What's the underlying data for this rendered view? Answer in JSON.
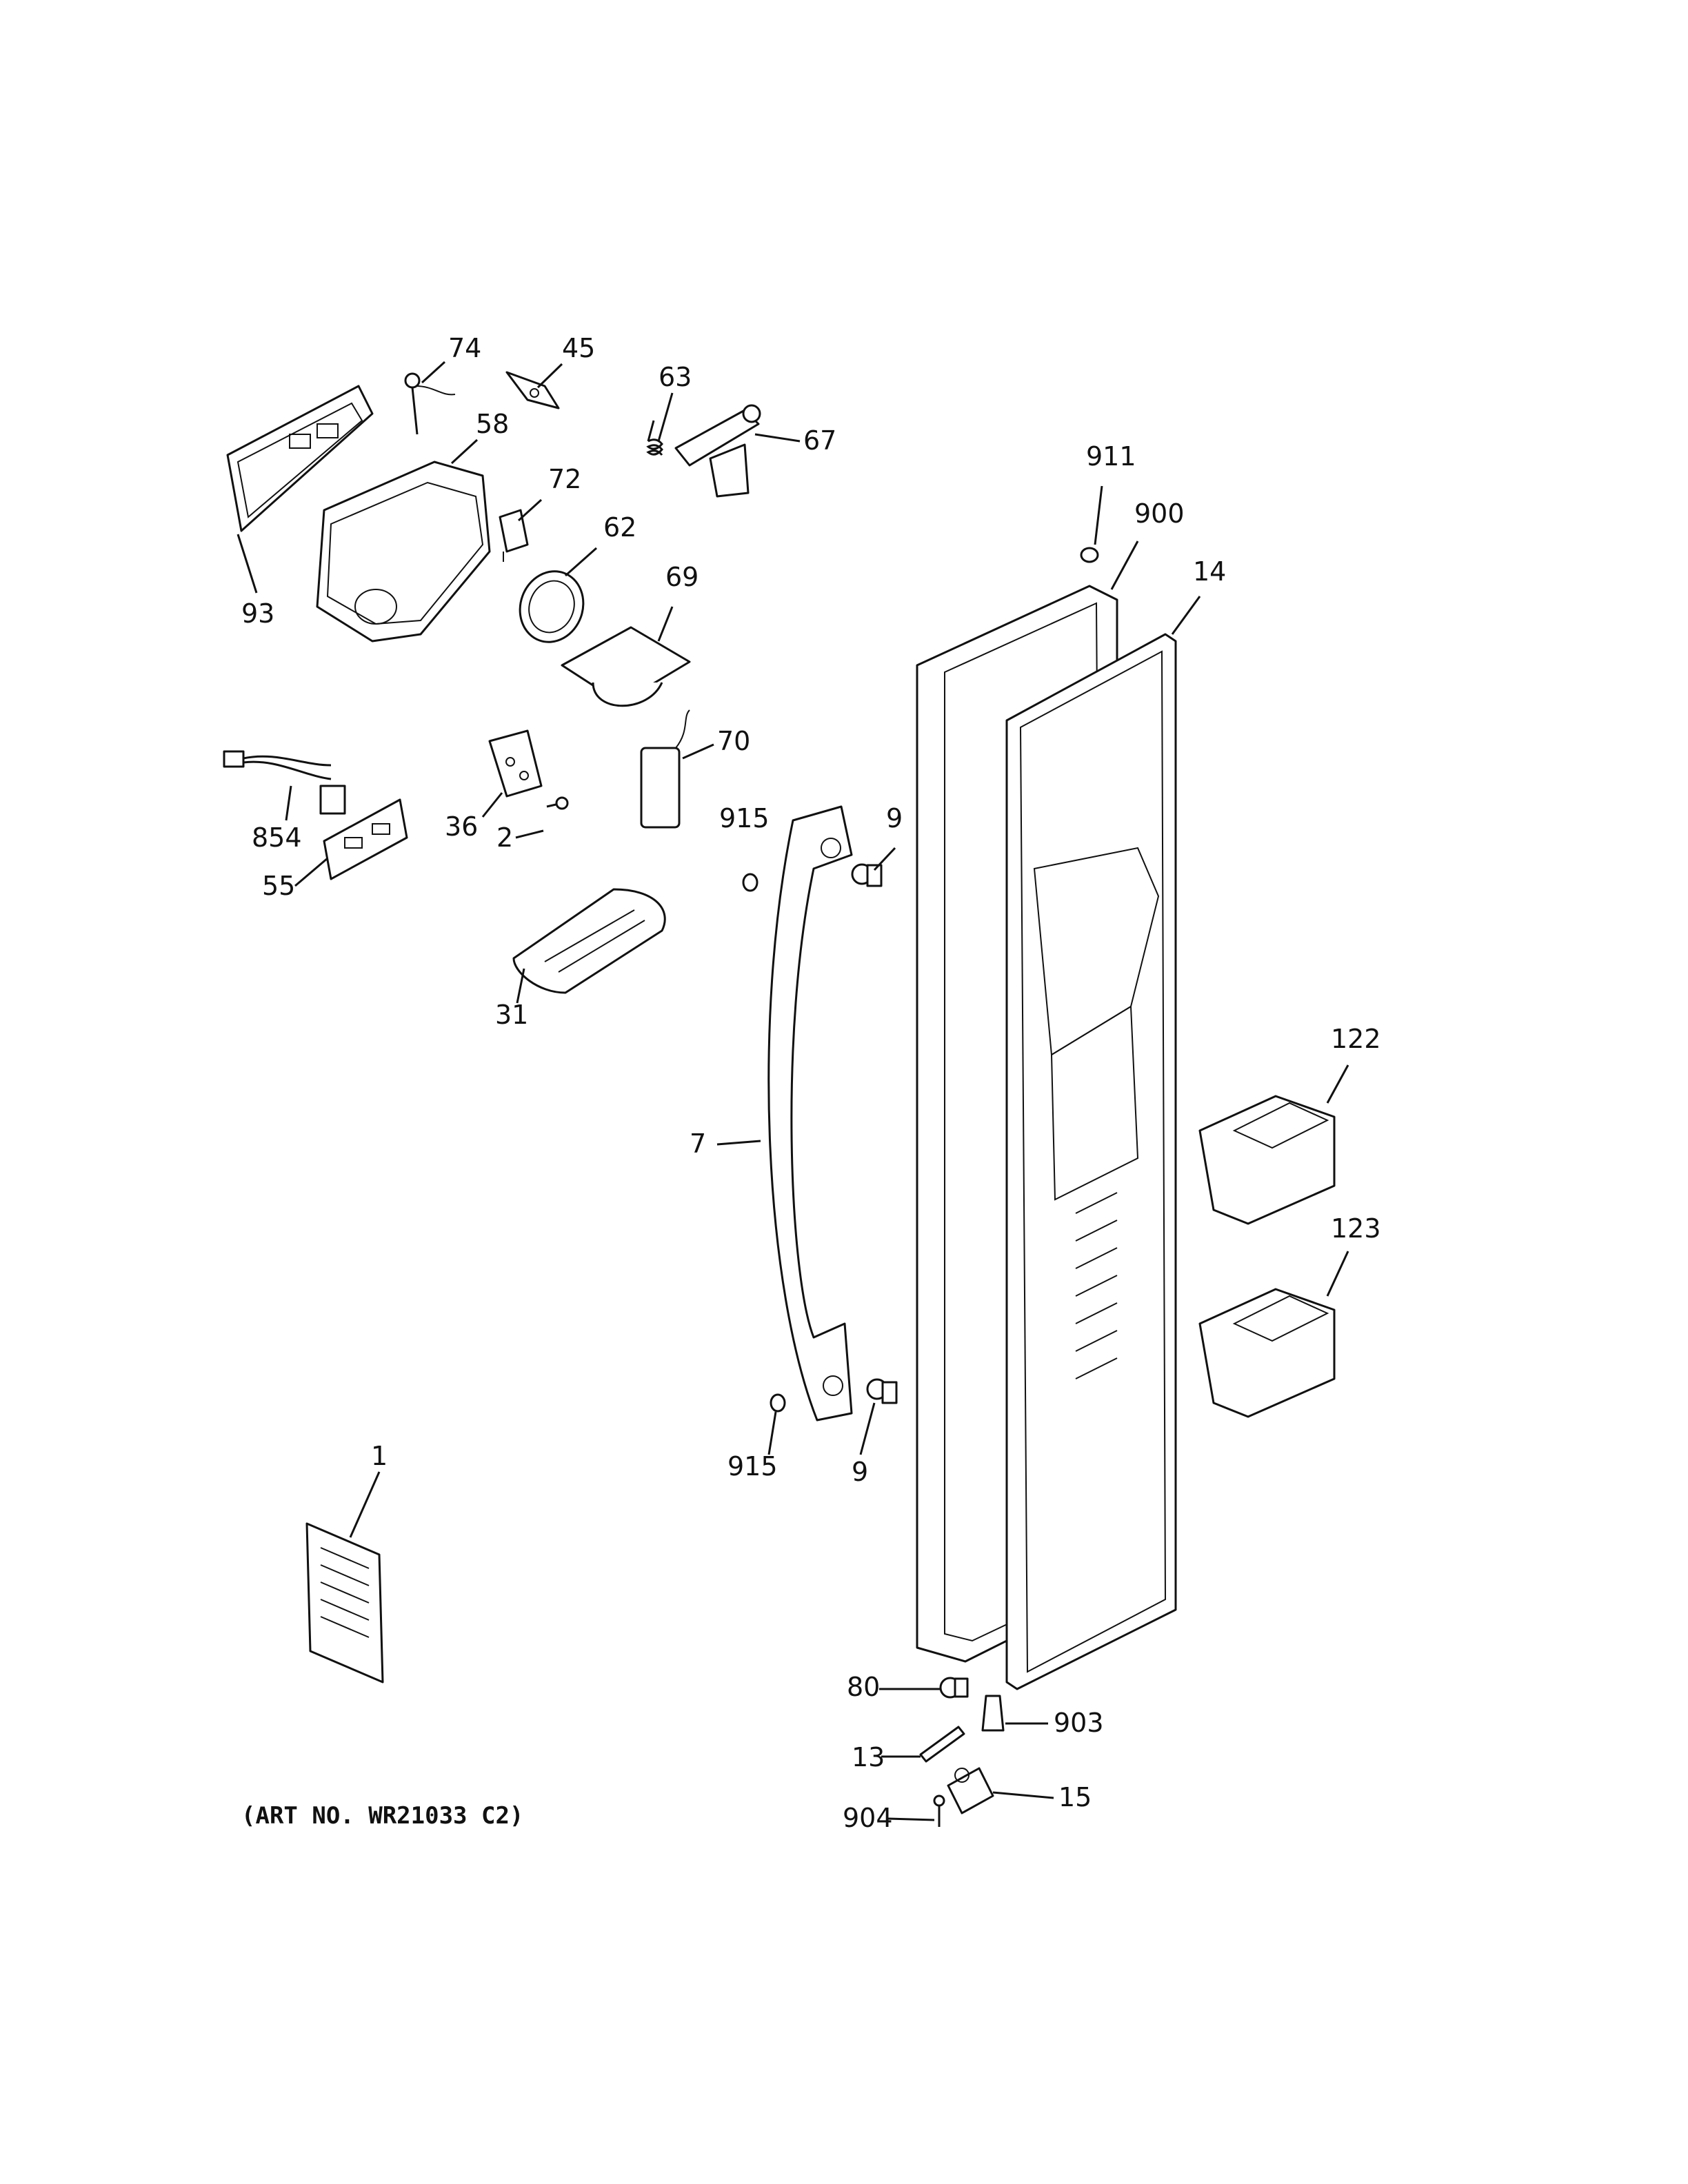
{
  "diagram": {
    "art_number": "(ART NO. WR21033 C2)",
    "labels": {
      "p74": "74",
      "p45": "45",
      "p63": "63",
      "p67": "67",
      "p58": "58",
      "p72": "72",
      "p62": "62",
      "p93": "93",
      "p69": "69",
      "p911": "911",
      "p900": "900",
      "p14": "14",
      "p70": "70",
      "p854": "854",
      "p36": "36",
      "p2": "2",
      "p55": "55",
      "p915a": "915",
      "p9a": "9",
      "p31": "31",
      "p7": "7",
      "p122": "122",
      "p123": "123",
      "p915b": "915",
      "p9b": "9",
      "p1": "1",
      "p80": "80",
      "p903": "903",
      "p13": "13",
      "p15": "15",
      "p904": "904"
    }
  }
}
